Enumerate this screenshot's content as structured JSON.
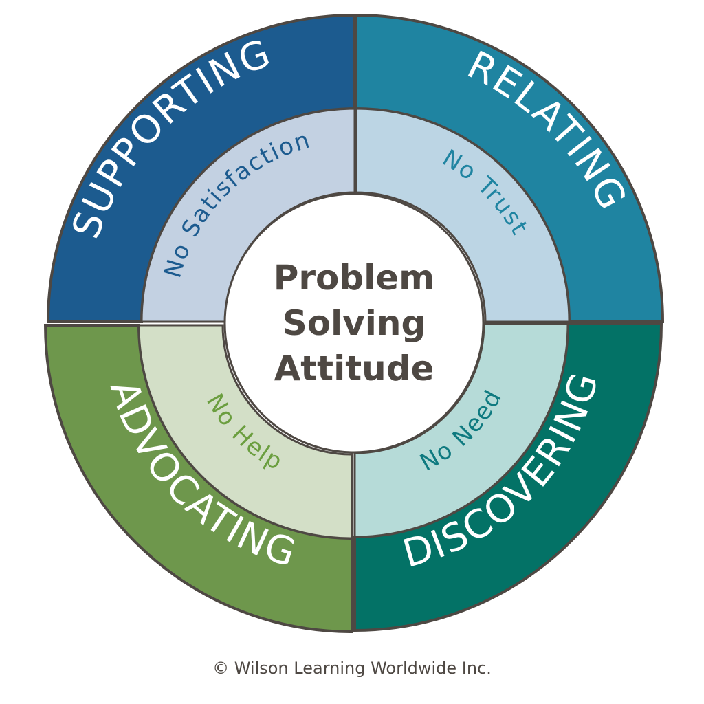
{
  "title": "Problem Solving Attitude",
  "center": {
    "lines": [
      "Problem",
      "Solving",
      "Attitude"
    ],
    "text_color": "#4e4843",
    "fill": "#ffffff"
  },
  "border_color": "#4e4843",
  "quadrants": [
    {
      "id": "supporting",
      "position": "top-left",
      "outer_label": "SUPPORTING",
      "inner_label": "No Satisfaction",
      "outer_color": "#1c5b8f",
      "inner_color": "#c3d1e2",
      "inner_text_color": "#1c5b8f"
    },
    {
      "id": "relating",
      "position": "top-right",
      "outer_label": "RELATING",
      "inner_label": "No Trust",
      "outer_color": "#1f84a1",
      "inner_color": "#bcd5e4",
      "inner_text_color": "#1f84a1"
    },
    {
      "id": "discovering",
      "position": "bottom-right",
      "outer_label": "DISCOVERING",
      "inner_label": "No Need",
      "outer_color": "#037266",
      "inner_color": "#b6dbd8",
      "inner_text_color": "#0f7a80"
    },
    {
      "id": "advocating",
      "position": "bottom-left",
      "outer_label": "ADVOCATING",
      "inner_label": "No Help",
      "outer_color": "#6e974c",
      "inner_color": "#d3dfc7",
      "inner_text_color": "#6b9e3f"
    }
  ],
  "footer": {
    "copyright": "© Wilson Learning Worldwide Inc."
  }
}
